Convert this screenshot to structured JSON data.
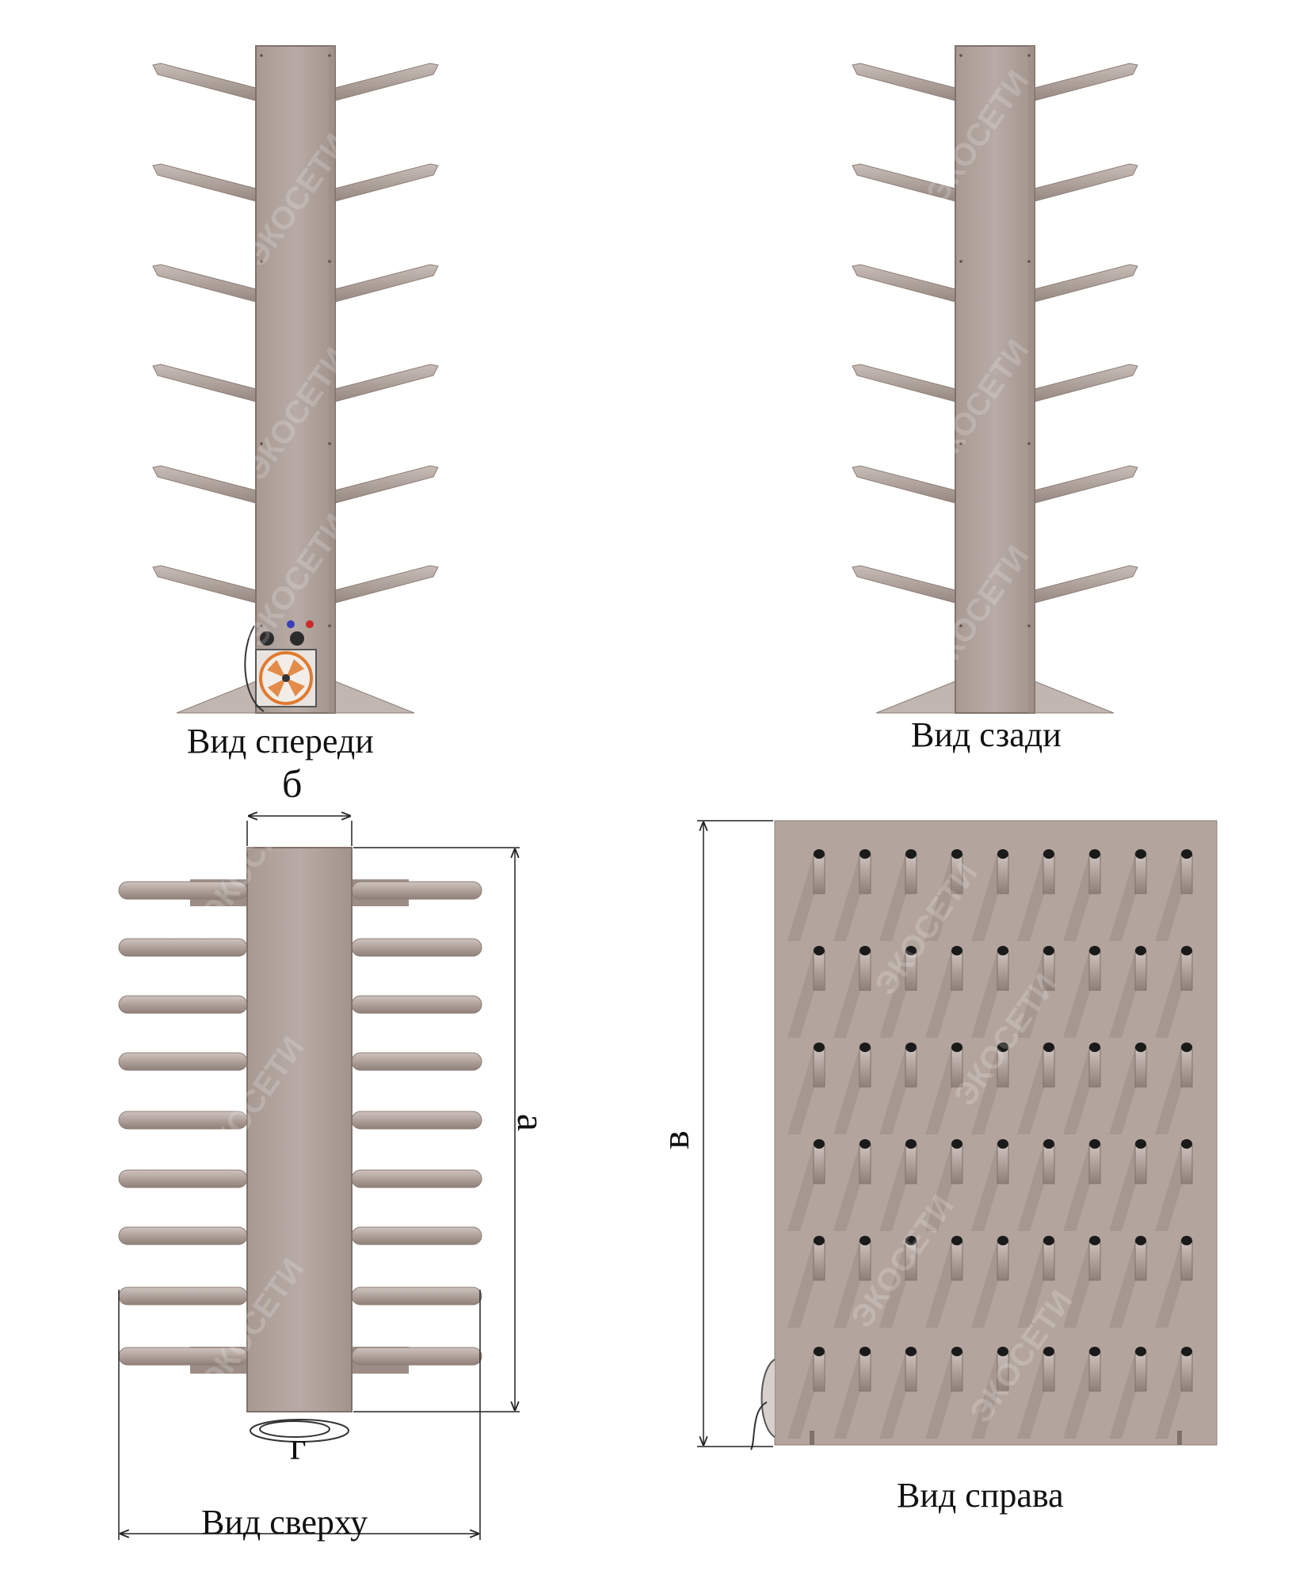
{
  "captions": {
    "front": "Вид спереди",
    "back": "Вид сзади",
    "top": "Вид сверху",
    "right": "Вид справа"
  },
  "dimensions": {
    "a": "а",
    "b": "б",
    "v": "в",
    "g": "г"
  },
  "watermark": "ЭКОСЕТИ",
  "colors": {
    "body": "#b3a59e",
    "body_shade": "#9c8e87",
    "body_light": "#c2b6b0",
    "fan_orange": "#e07a2e",
    "knob_blue": "#3a3fb8",
    "knob_red": "#cc2a2a",
    "peg_hole": "#1a1a1a"
  }
}
